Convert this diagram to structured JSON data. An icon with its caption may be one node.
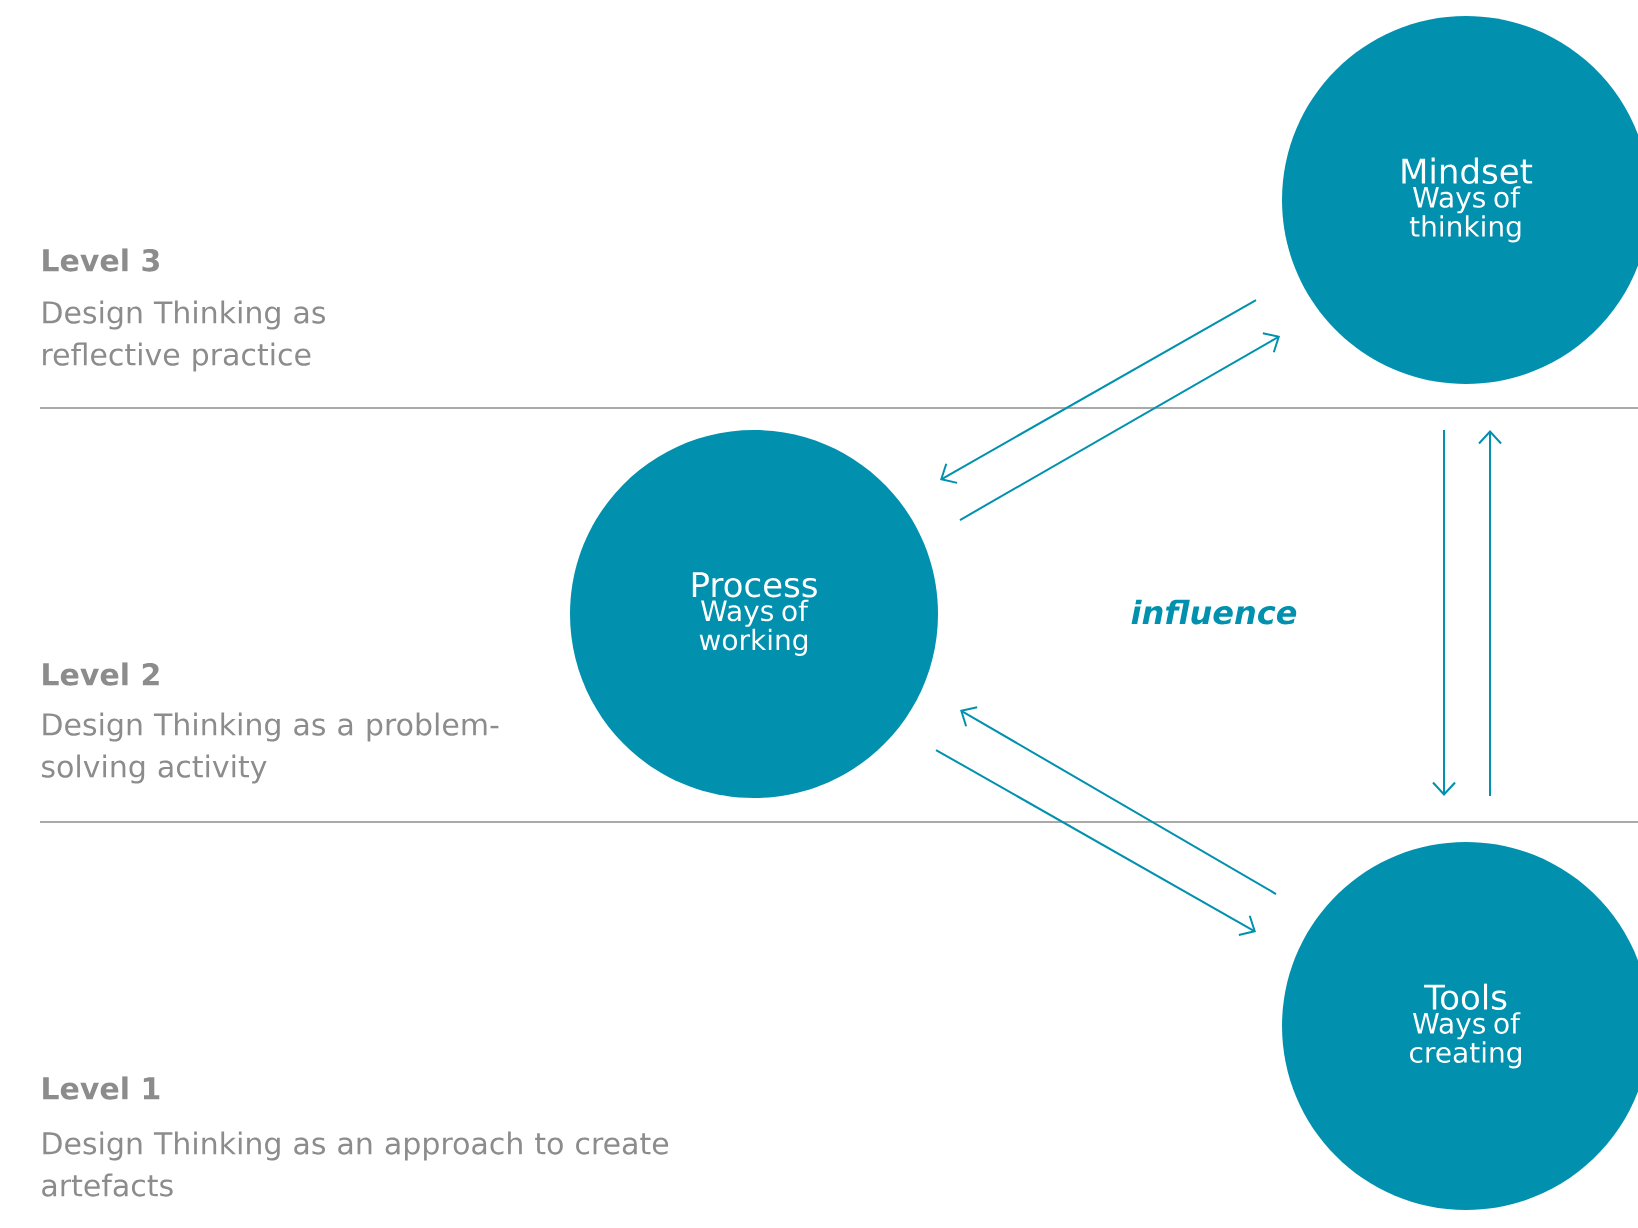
{
  "diagram": {
    "nodes": [
      {
        "text": [
          "Mindset",
          "Ways of thinking"
        ]
      },
      {
        "text": [
          "Process",
          "Ways of working"
        ]
      },
      {
        "text": [
          "Tools",
          "Ways of creating"
        ]
      }
    ],
    "edges": [
      {
        "from": 0,
        "to": 1,
        "arrow": "to"
      },
      {
        "from": 1,
        "to": 0,
        "arrow": "to"
      },
      {
        "from": 2,
        "to": 1,
        "arrow": "to"
      },
      {
        "from": 1,
        "to": 2,
        "arrow": "to"
      },
      {
        "from": 0,
        "to": 2,
        "arrow": "to"
      },
      {
        "from": 2,
        "to": 0,
        "arrow": "to"
      }
    ],
    "labels": [
      "Level 3",
      "Design Thinking as reflective practice",
      "influence",
      "Level 2",
      "Design Thinking as a problem-solving activity",
      "Level 1",
      "Design Thinking as an approach to create artefacts"
    ]
  }
}
